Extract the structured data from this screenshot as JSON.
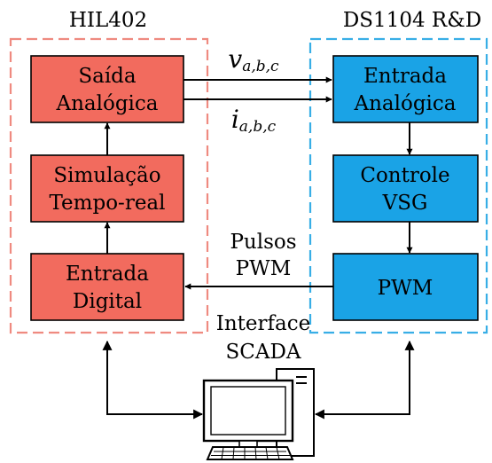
{
  "left_group": {
    "title": "HIL402"
  },
  "right_group": {
    "title": "DS1104 R&D"
  },
  "left_blocks": {
    "analog_output": [
      "Saída",
      "Analógica"
    ],
    "simulation": [
      "Simulação",
      "Tempo-real"
    ],
    "digital_input": [
      "Entrada",
      "Digital"
    ]
  },
  "right_blocks": {
    "analog_input": [
      "Entrada",
      "Analógica"
    ],
    "vsg_control": [
      "Controle",
      "VSG"
    ],
    "pwm": [
      "PWM"
    ]
  },
  "signals": {
    "voltage": {
      "symbol": "v",
      "subscript": "a,b,c"
    },
    "current": {
      "symbol": "i",
      "subscript": "a,b,c"
    },
    "pwm_pulses": [
      "Pulsos",
      "PWM"
    ]
  },
  "interface": {
    "label": [
      "Interface",
      "SCADA"
    ],
    "icon": "computer-icon"
  },
  "colors": {
    "left_fill": "#f26b5e",
    "right_fill": "#1aa3e6",
    "left_dash": "#ef8a80",
    "right_dash": "#38aee6",
    "line": "#000000"
  }
}
